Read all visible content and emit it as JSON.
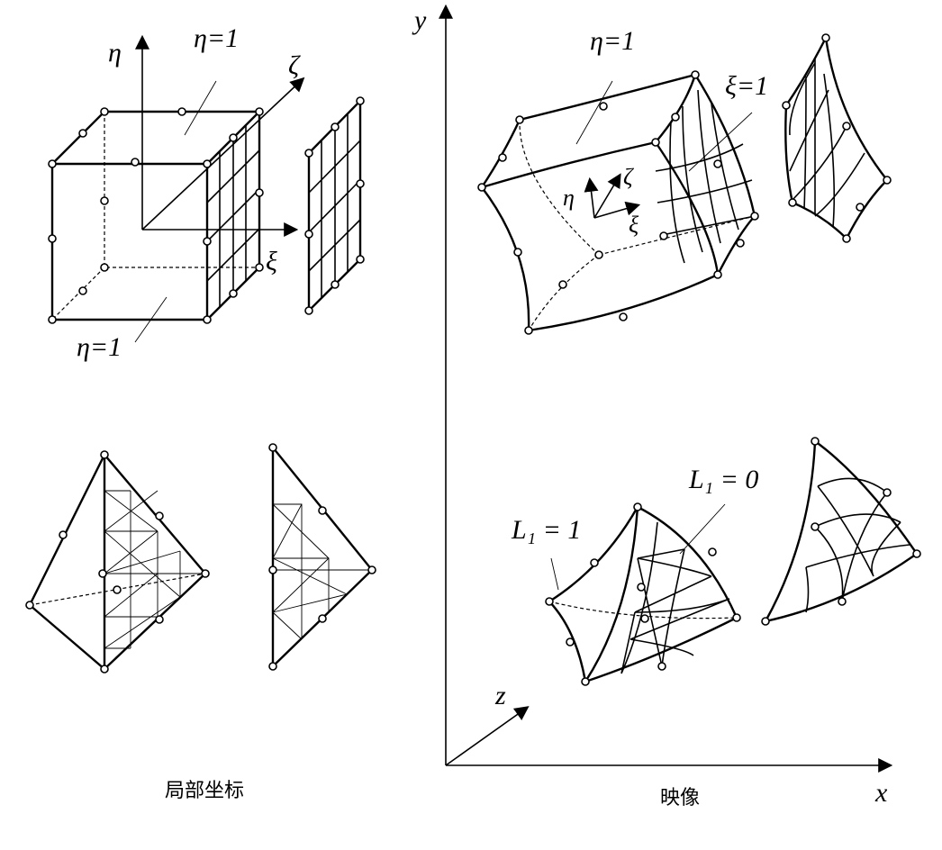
{
  "labels": {
    "local_eta_axis": "η",
    "local_zeta_axis": "ζ",
    "local_xi_axis": "ξ",
    "cube_top_face": "η=1",
    "cube_bottom_face": "η=1",
    "global_y": "y",
    "global_x": "x",
    "global_z": "z",
    "mapped_top_face": "η=1",
    "mapped_side_face": "ξ=1",
    "mapped_eta": "η",
    "mapped_zeta": "ζ",
    "mapped_xi": "ξ",
    "l1_one": "L₁ = 1",
    "l1_zero": "L₁ = 0"
  },
  "captions": {
    "local_coordinates": "局部坐标",
    "mapping": "映像"
  }
}
